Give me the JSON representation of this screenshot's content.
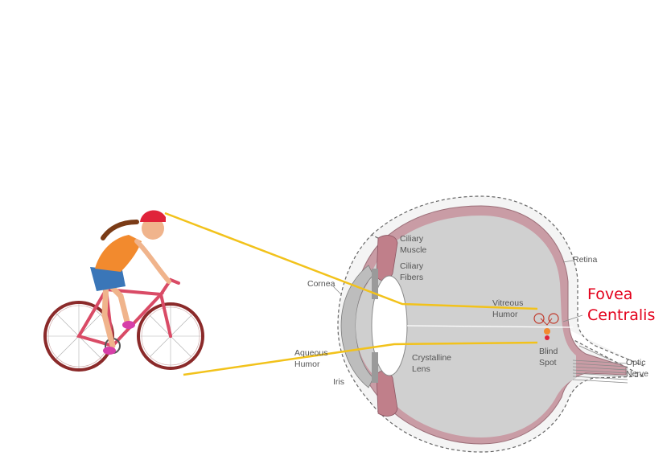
{
  "labels": {
    "ciliary_muscle": [
      "Ciliary",
      "Muscle"
    ],
    "ciliary_fibers": [
      "Ciliary",
      "Fibers"
    ],
    "retina": "Retina",
    "cornea": "Cornea",
    "vitreous_humor": [
      "Vitreous",
      "Humor"
    ],
    "aqueous_humor": [
      "Aqueous",
      "Humor"
    ],
    "crystalline_lens": [
      "Crystalline",
      "Lens"
    ],
    "iris": "Iris",
    "blind_spot": [
      "Blind",
      "Spot"
    ],
    "optic_nerve": [
      "Optic",
      "Nerve"
    ],
    "fovea_centralis": [
      "Fovea",
      "Centralis"
    ]
  },
  "colors": {
    "ray": "#f2c21b",
    "highlight_label": "#e3001b",
    "eye_body": "#d0d0d0",
    "sclera_band": "#c99ca5",
    "bike_frame": "#d94b66",
    "cyclist_top": "#f28a2e",
    "helmet": "#e0233a"
  }
}
